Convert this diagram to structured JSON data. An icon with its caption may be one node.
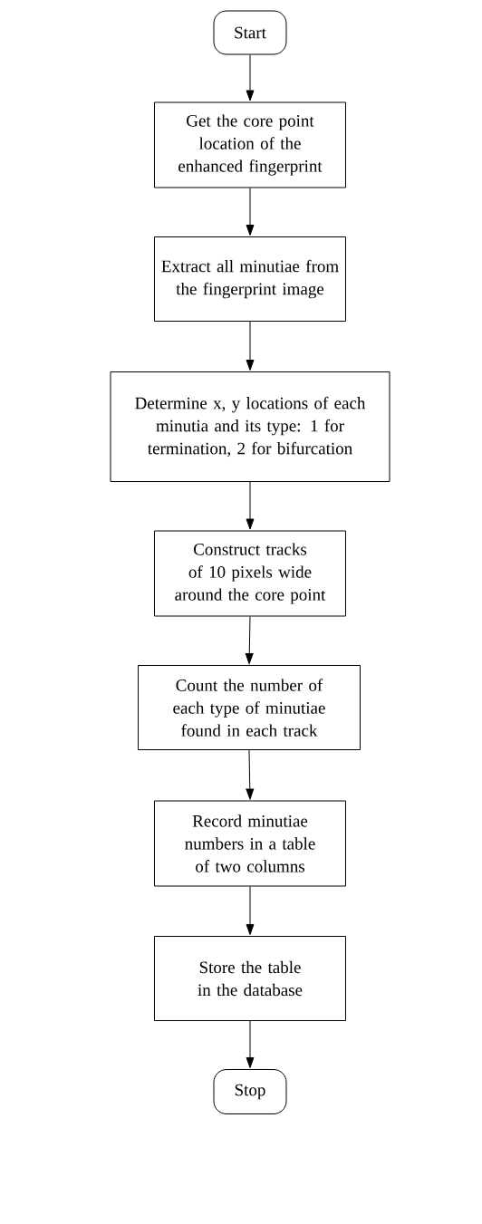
{
  "diagram": {
    "nodes": [
      {
        "text": [
          "Start"
        ]
      },
      {
        "text": [
          "Get the core point location of the enhanced fingerprint"
        ]
      },
      {
        "text": [
          "Extract all minutiae from the fingerprint image"
        ]
      },
      {
        "text": [
          "Determine x, y locations of each minutia and its type: 1 for termination, 2 for bifurcation"
        ]
      },
      {
        "text": [
          "Construct tracks of 10 pixels wide around the core point"
        ]
      },
      {
        "text": [
          "Count the number of each type of minutiae found in each track"
        ]
      },
      {
        "text": [
          "Record minutiae numbers in a table of two columns"
        ]
      },
      {
        "text": [
          "Store the table in the database"
        ]
      },
      {
        "text": [
          "Stop"
        ]
      }
    ],
    "edges": [
      {
        "from": 0,
        "to": 1,
        "arrow": "to"
      },
      {
        "from": 1,
        "to": 2,
        "arrow": "to"
      },
      {
        "from": 2,
        "to": 3,
        "arrow": "to"
      },
      {
        "from": 3,
        "to": 4,
        "arrow": "to"
      },
      {
        "from": 4,
        "to": 5,
        "arrow": "to"
      },
      {
        "from": 5,
        "to": 6,
        "arrow": "to"
      },
      {
        "from": 6,
        "to": 7,
        "arrow": "to"
      },
      {
        "from": 7,
        "to": 8,
        "arrow": "to"
      }
    ]
  }
}
